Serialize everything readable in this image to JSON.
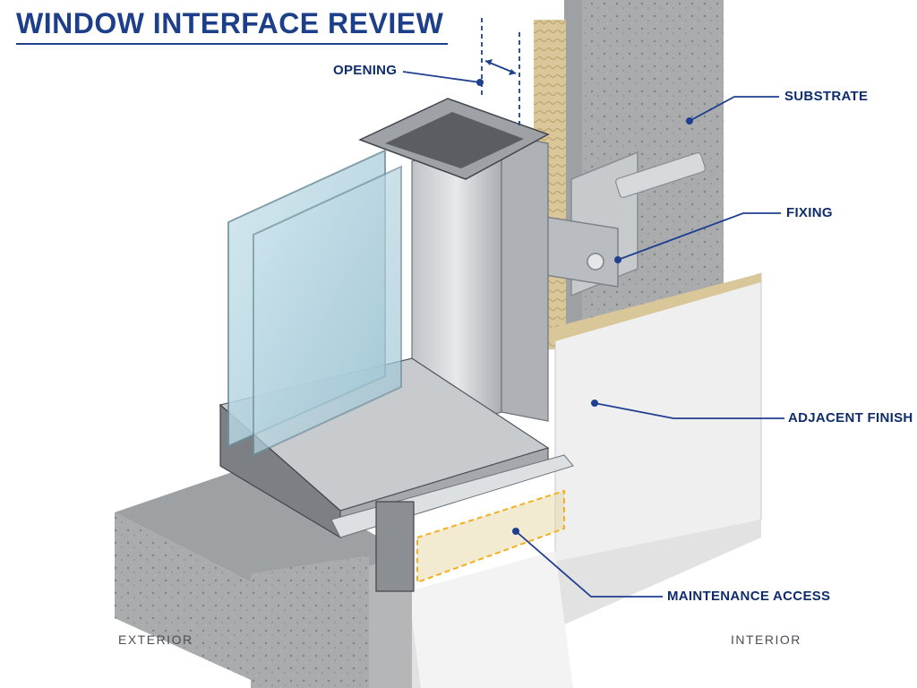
{
  "title": "WINDOW INTERFACE REVIEW",
  "labels": {
    "opening": "OPENING",
    "substrate": "SUBSTRATE",
    "fixing": "FIXING",
    "adjacent_finish": "ADJACENT FINISH",
    "maintenance_access": "MAINTENANCE ACCESS",
    "exterior": "EXTERIOR",
    "interior": "INTERIOR"
  },
  "colors": {
    "title": "#1d3f8a",
    "callout": "#0f2d6b",
    "leader": "#1f3f8f",
    "access_zone": "#f2b01e"
  }
}
